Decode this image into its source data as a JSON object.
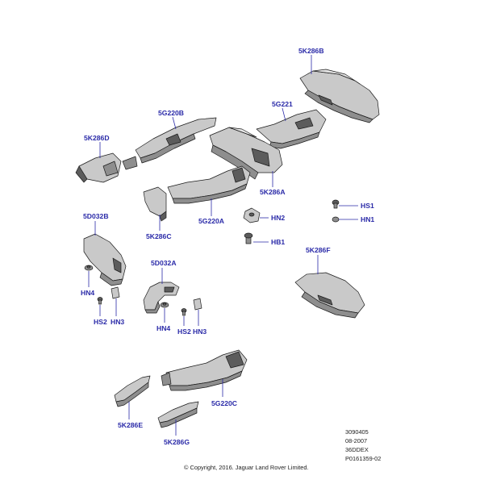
{
  "labels": {
    "5K286B": "5K286B",
    "5G221": "5G221",
    "5G220B": "5G220B",
    "5K286D": "5K286D",
    "5K286A": "5K286A",
    "5K286C": "5K286C",
    "5G220A": "5G220A",
    "HS1": "HS1",
    "HN1": "HN1",
    "HN2": "HN2",
    "HB1": "HB1",
    "5D032B": "5D032B",
    "5D032A": "5D032A",
    "5K286F": "5K286F",
    "HN4_left": "HN4",
    "HS2_left": "HS2",
    "HN3_left": "HN3",
    "HN4_right": "HN4",
    "HS2_right": "HS2",
    "HN3_right": "HN3",
    "5G220C": "5G220C",
    "5K286E": "5K286E",
    "5K286G": "5K286G"
  },
  "info": {
    "line1": "3090405",
    "line2": "08-2007",
    "line3": "36DDEX",
    "line4": "P0161359-02"
  },
  "copyright": "© Copyright, 2016. Jaguar Land Rover Limited.",
  "colors": {
    "label": "#2a2aa8",
    "outline": "#1a1a1a"
  }
}
